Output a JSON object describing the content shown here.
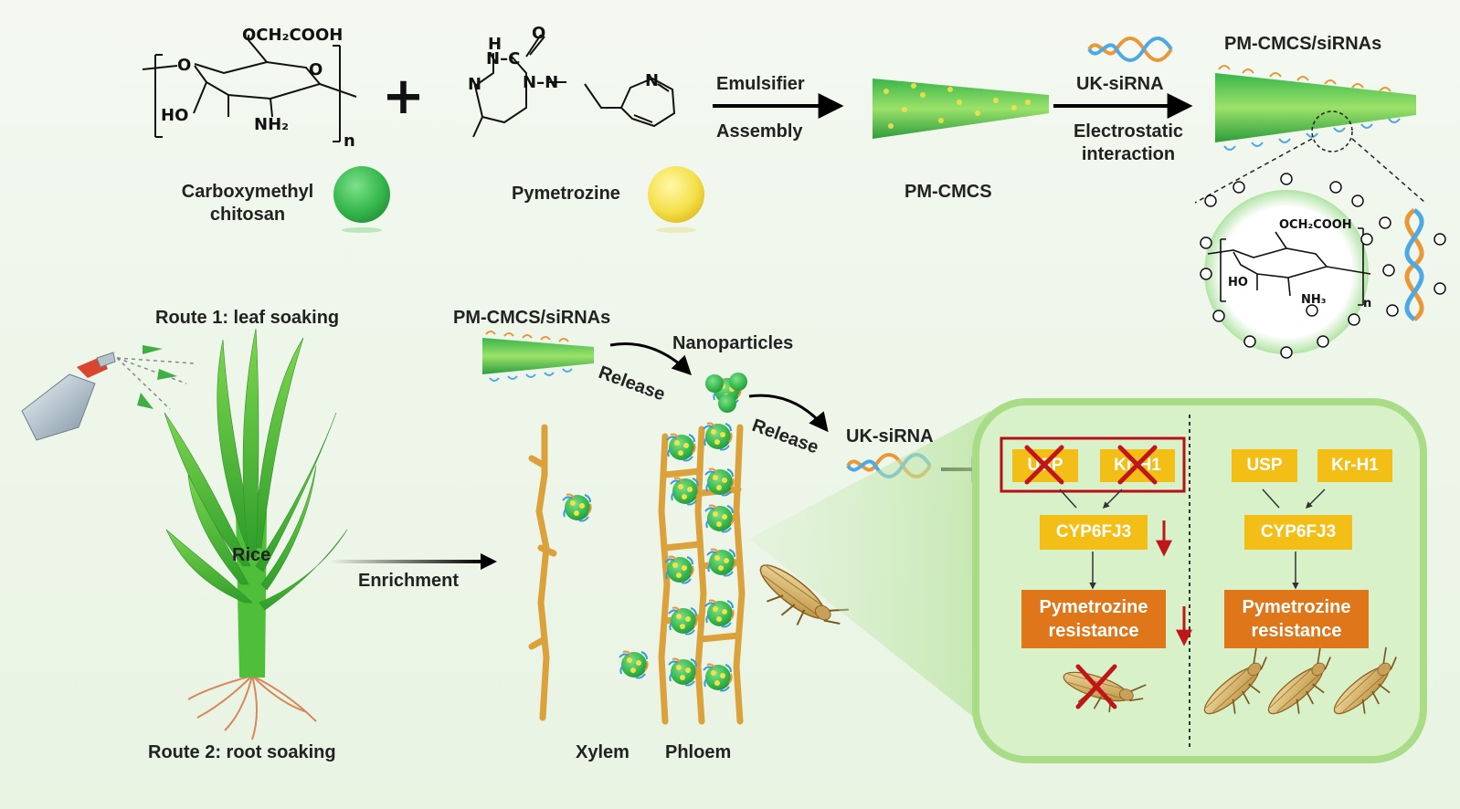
{
  "colors": {
    "background": "#eef6ea",
    "carrier_green": "#44c45a",
    "pesticide_yellow": "#f5e04a",
    "gene_box_yellow": "#f3bf16",
    "resistance_box_orange": "#e0761a",
    "knockdown_red": "#c0161a",
    "vessel_orange": "#dba13a",
    "panel_green": "#a9dc86"
  },
  "icons": [
    "spray-bottle-icon",
    "rice-plant-icon",
    "planthopper-icon",
    "sirna-helix-icon",
    "nanoparticle-icon",
    "red-cross-icon"
  ],
  "chem": {
    "cmc_substituent": "OCH₂COOH",
    "cmc_o_left": "O",
    "cmc_o_ring": "O",
    "cmc_ho": "HO",
    "cmc_nh2": "NH₂",
    "cmc_n": "n",
    "plus": "+",
    "pym_h": "H",
    "pym_n_top": "N–C",
    "pym_o": "O",
    "pym_n_left": "N",
    "pym_n_mid": "N–N",
    "pym_n_pyr": "N",
    "zoom_substituent": "OCH₂COOH",
    "zoom_ho": "HO",
    "zoom_nh3": "NH₃",
    "zoom_n": "n"
  },
  "top": {
    "cmc_label": "Carboxymethyl\nchitosan",
    "pymetrozine_label": "Pymetrozine",
    "step1_top": "Emulsifier",
    "step1_bottom": "Assembly",
    "pmcmcs_label": "PM-CMCS",
    "sirna_label": "UK-siRNA",
    "step2_bottom": "Electrostatic\ninteraction",
    "complex_label": "PM-CMCS/siRNAs"
  },
  "bottom": {
    "route1": "Route 1: leaf soaking",
    "route2": "Route 2: root soaking",
    "rice": "Rice",
    "enrichment": "Enrichment",
    "complex_label": "PM-CMCS/siRNAs",
    "nanoparticles": "Nanoparticles",
    "release1": "Release",
    "release2": "Release",
    "sirna": "UK-siRNA",
    "xylem": "Xylem",
    "phloem": "Phloem"
  },
  "panel": {
    "left": {
      "usp": "USP",
      "krh1": "Kr-H1",
      "cyp": "CYP6FJ3",
      "resistance": "Pymetrozine\nresistance"
    },
    "right": {
      "usp": "USP",
      "krh1": "Kr-H1",
      "cyp": "CYP6FJ3",
      "resistance": "Pymetrozine\nresistance"
    }
  }
}
